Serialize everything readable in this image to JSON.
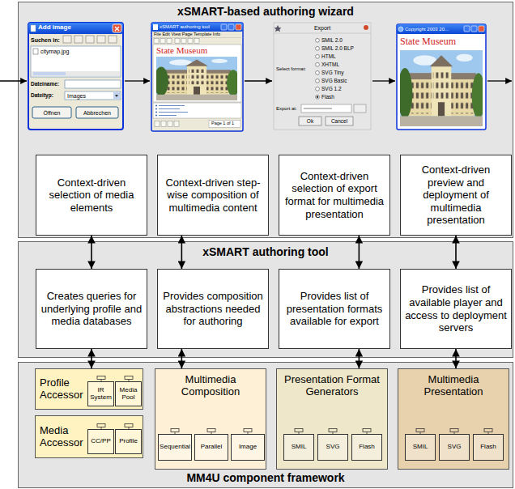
{
  "diagram": {
    "nodes": [
      {
        "text": [
          "xSMART-based authoring wizard"
        ]
      },
      {
        "text": [
          "Context-driven selection of media elements"
        ],
        "in": 0
      },
      {
        "text": [
          "Context-driven step-wise composition of multimedia content"
        ],
        "in": 0
      },
      {
        "text": [
          "Context-driven selection of export format for multimedia presentation"
        ],
        "in": 0
      },
      {
        "text": [
          "Context-driven preview and deployment of multimedia presentation"
        ],
        "in": 0
      },
      {
        "text": [
          "xSMART authoring tool"
        ]
      },
      {
        "text": [
          "Creates queries for underlying profile and media databases"
        ],
        "in": 5
      },
      {
        "text": [
          "Provides composition abstractions needed for authoring"
        ],
        "in": 5
      },
      {
        "text": [
          "Provides list of presentation formats available for export"
        ],
        "in": 5
      },
      {
        "text": [
          "Provides list of available player and access to deployment servers"
        ],
        "in": 5
      },
      {
        "text": [
          "MM4U component framework"
        ]
      },
      {
        "text": [
          "Profile Accessor"
        ],
        "in": 10
      },
      {
        "text": [
          "IR System"
        ],
        "in": 11
      },
      {
        "text": [
          "Media Pool"
        ],
        "in": 11
      },
      {
        "text": [
          "Media Accessor"
        ],
        "in": 10
      },
      {
        "text": [
          "CC/PP"
        ],
        "in": 14
      },
      {
        "text": [
          "Profile"
        ],
        "in": 14
      },
      {
        "text": [
          "Multimedia Composition"
        ],
        "in": 10
      },
      {
        "text": [
          "Sequential"
        ],
        "in": 17
      },
      {
        "text": [
          "Parallel"
        ],
        "in": 17
      },
      {
        "text": [
          "Image"
        ],
        "in": 17
      },
      {
        "text": [
          "Presentation Format Generators"
        ],
        "in": 10
      },
      {
        "text": [
          "SMIL"
        ],
        "in": 21
      },
      {
        "text": [
          "SVG"
        ],
        "in": 21
      },
      {
        "text": [
          "Flash"
        ],
        "in": 21
      },
      {
        "text": [
          "Multimedia Presentation"
        ],
        "in": 10
      },
      {
        "text": [
          "SMIL"
        ],
        "in": 25
      },
      {
        "text": [
          "SVG"
        ],
        "in": 25
      },
      {
        "text": [
          "Flash"
        ],
        "in": 25
      }
    ],
    "edges": [
      {
        "from": 1,
        "to": 6,
        "arrow": "both"
      },
      {
        "from": 2,
        "to": 7,
        "arrow": "both"
      },
      {
        "from": 3,
        "to": 8,
        "arrow": "both"
      },
      {
        "from": 4,
        "to": 9,
        "arrow": "both"
      },
      {
        "from": 6,
        "to": 11,
        "arrow": "both"
      },
      {
        "from": 7,
        "to": 17,
        "arrow": "both"
      },
      {
        "from": 8,
        "to": 21,
        "arrow": "both"
      },
      {
        "from": 9,
        "to": 25,
        "arrow": "both"
      }
    ],
    "labels": [
      "Add image",
      "Suchen in:",
      "citymap.jpg",
      "Dateiname:",
      "Dateityp:",
      "Images",
      "Öffnen",
      "Abbrechen",
      "xSMART authoring tool",
      "File Edit View Page Template Info",
      "State Museum",
      "Page 1 of 1",
      "Export",
      "SMIL 2.0",
      "SMIL 2.0 BLP",
      "HTML",
      "XHTML",
      "SVG Tiny",
      "SVG Basic",
      "SVG 1.2",
      "Flash",
      "Select format:",
      "Export at:",
      "Ok",
      "Cancel",
      "Copyright 2003 20...",
      "State Museum"
    ]
  }
}
